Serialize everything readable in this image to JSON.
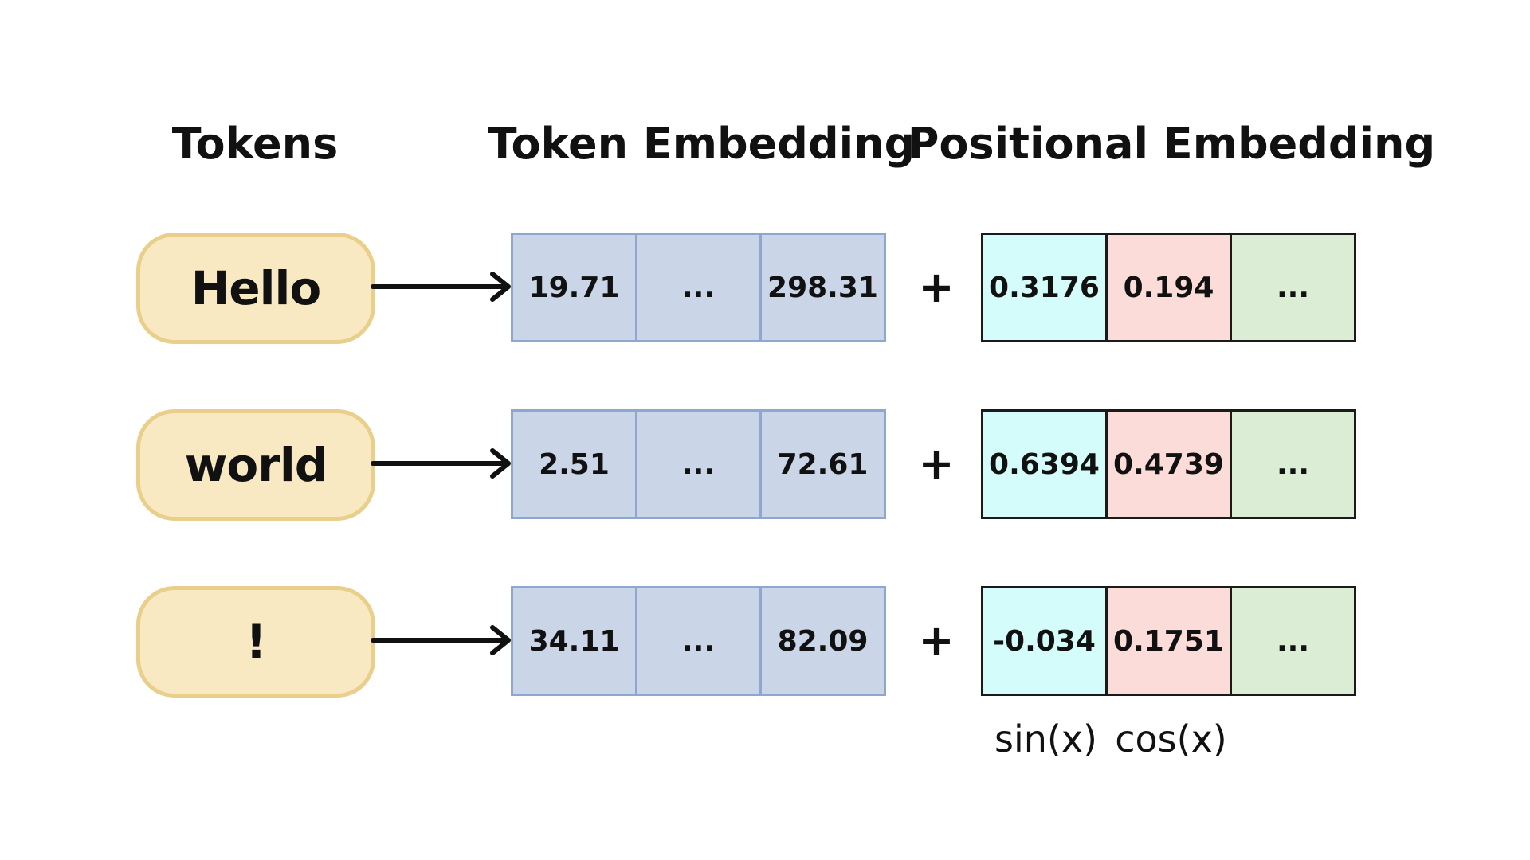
{
  "headers": {
    "tokens": "Tokens",
    "token_embedding": "Token Embedding",
    "positional_embedding": "Positional Embedding"
  },
  "rows": [
    {
      "token": "Hello",
      "token_embedding": [
        "19.71",
        "...",
        "298.31"
      ],
      "operator": "+",
      "positional_embedding": [
        "0.3176",
        "0.194",
        "..."
      ]
    },
    {
      "token": "world",
      "token_embedding": [
        "2.51",
        "...",
        "72.61"
      ],
      "operator": "+",
      "positional_embedding": [
        "0.6394",
        "0.4739",
        "..."
      ]
    },
    {
      "token": "!",
      "token_embedding": [
        "34.11",
        "...",
        "82.09"
      ],
      "operator": "+",
      "positional_embedding": [
        "-0.034",
        "0.1751",
        "..."
      ]
    }
  ],
  "function_labels": {
    "sin": "sin(x)",
    "cos": "cos(x)"
  },
  "colors": {
    "token_fill": "#f9e9c3",
    "token_border": "#e9cf8a",
    "token_embedding_fill": "#cbd5e8",
    "token_embedding_border": "#8fa6cf",
    "positional_sin_fill": "#d4fcfb",
    "positional_cos_fill": "#fcdcd8",
    "positional_other_fill": "#dbedd5",
    "positional_border": "#1a1a1a"
  }
}
